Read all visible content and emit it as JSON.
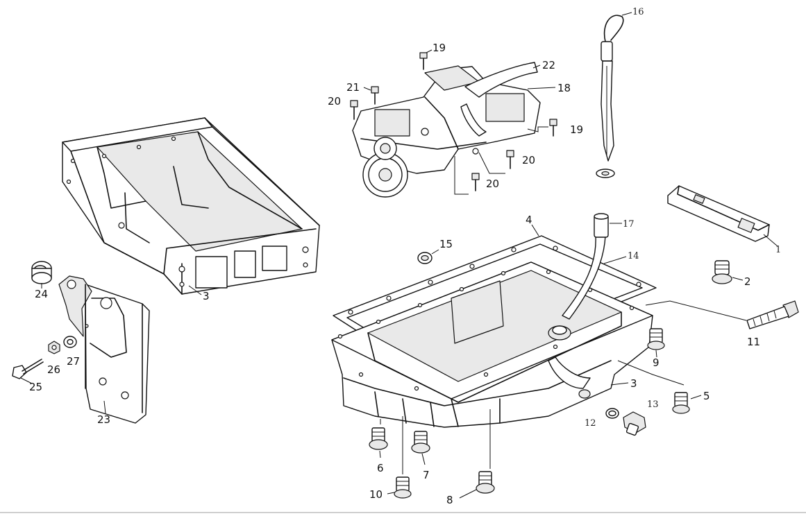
{
  "callouts": {
    "p1": "1",
    "p2": "2",
    "p3a": "3",
    "p3b": "3",
    "p4": "4",
    "p5": "5",
    "p6": "6",
    "p7": "7",
    "p8": "8",
    "p9": "9",
    "p10": "10",
    "p11": "11",
    "p12": "12",
    "p13": "13",
    "p14": "14",
    "p15": "15",
    "p16": "16",
    "p17": "17",
    "p18": "18",
    "p19a": "19",
    "p19b": "19",
    "p20a": "20",
    "p20b": "20",
    "p20c": "20",
    "p21": "21",
    "p22": "22",
    "p23": "23",
    "p24": "24",
    "p25": "25",
    "p26": "26",
    "p27": "27"
  },
  "colors": {
    "line": "#111111",
    "background": "#ffffff",
    "shade": "#e9e9e9"
  }
}
